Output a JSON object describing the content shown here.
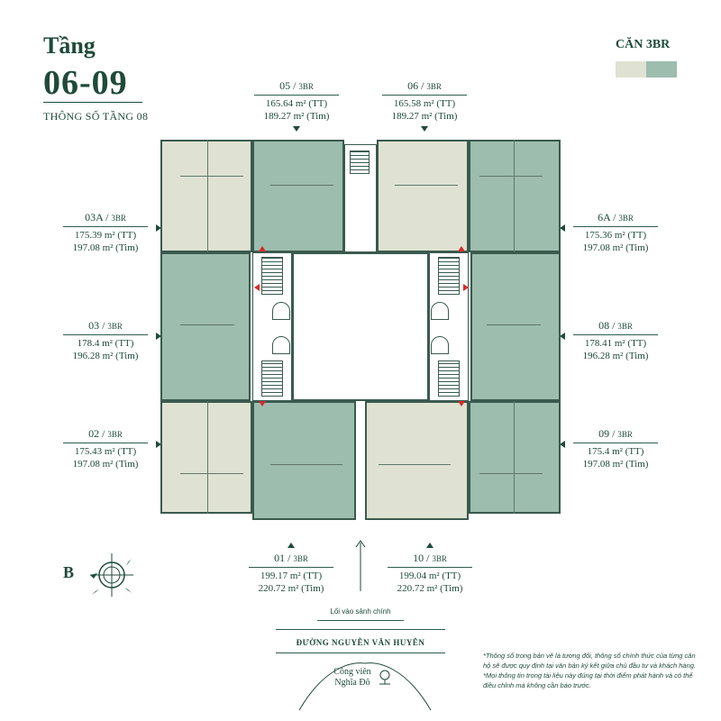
{
  "header": {
    "floor_label": "Tầng",
    "floor_range": "06-09",
    "floor_spec": "THÔNG SỐ TẦNG 08"
  },
  "legend": {
    "title": "CĂN 3BR",
    "colors": [
      "#dfe2d2",
      "#9dbdae"
    ]
  },
  "units": [
    {
      "id": "05",
      "type": "3BR",
      "area_tt": "165.64 m² (TT)",
      "area_tim": "189.27 m² (Tim)"
    },
    {
      "id": "06",
      "type": "3BR",
      "area_tt": "165.58  m² (TT)",
      "area_tim": "189.27 m² (Tim)"
    },
    {
      "id": "03A",
      "type": "3BR",
      "area_tt": "175.39  m² (TT)",
      "area_tim": "197.08 m² (Tim)"
    },
    {
      "id": "6A",
      "type": "3BR",
      "area_tt": "175.36  m² (TT)",
      "area_tim": "197.08 m² (Tim)"
    },
    {
      "id": "03",
      "type": "3BR",
      "area_tt": "178.4  m² (TT)",
      "area_tim": "196.28 m² (Tim)"
    },
    {
      "id": "08",
      "type": "3BR",
      "area_tt": "178.41  m² (TT)",
      "area_tim": "196.28 m² (Tim)"
    },
    {
      "id": "02",
      "type": "3BR",
      "area_tt": "175.43  m² (TT)",
      "area_tim": "197.08 m² (Tim)"
    },
    {
      "id": "09",
      "type": "3BR",
      "area_tt": "175.4  m² (TT)",
      "area_tim": "197.08 m² (Tim)"
    },
    {
      "id": "01",
      "type": "3BR",
      "area_tt": "199.17  m² (TT)",
      "area_tim": "220.72 m² (Tim)"
    },
    {
      "id": "10",
      "type": "3BR",
      "area_tt": "199.04  m² (TT)",
      "area_tim": "220.72 m² (Tim)"
    }
  ],
  "compass": {
    "letter": "B"
  },
  "street": {
    "entrance": "Lối vào sảnh chính",
    "name": "ĐƯỜNG NGUYỄN VĂN HUYÊN",
    "park_line1": "Công viên",
    "park_line2": "Nghĩa Đô"
  },
  "notes": [
    "*Thông số trong bản vẽ là tương đối, thông số chính thức của từng căn hộ sẽ được quy định tại văn bản ký kết giữa chủ đầu tư và khách hàng.",
    "*Mọi thông tin trong tài liệu này đúng tại thời điểm phát hành và có thể điều chỉnh mà không cần báo trước."
  ]
}
